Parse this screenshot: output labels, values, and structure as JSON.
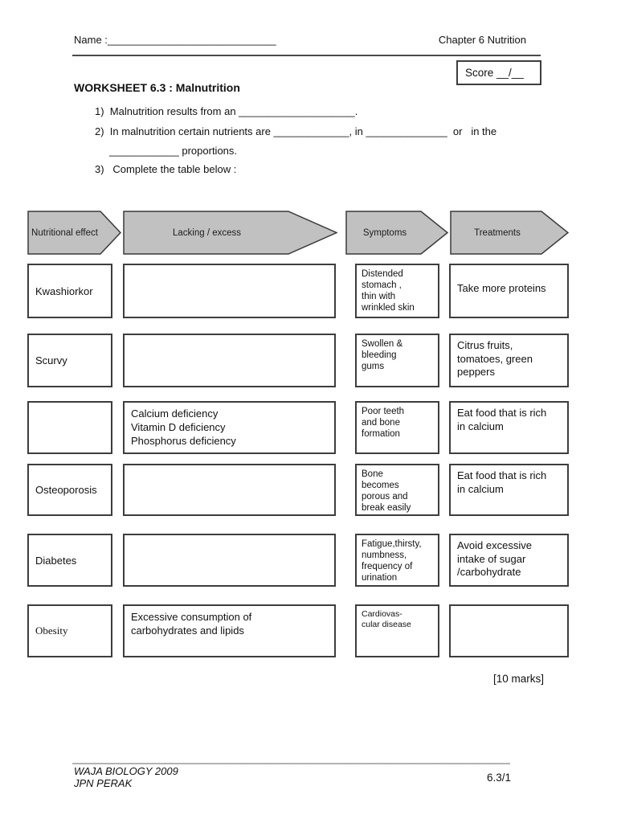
{
  "header": {
    "name_line": "Name :_____________________________",
    "chapter": "Chapter 6 Nutrition",
    "score": "Score __/__"
  },
  "title": "WORKSHEET 6.3 : Malnutrition",
  "questions": {
    "q1": "1)  Malnutrition results from an ____________________.",
    "q2_line1": "2)  In malnutrition certain nutrients are _____________, in ______________  or   in the",
    "q2_line2": "____________ proportions.",
    "q3": "3)   Complete the table below :"
  },
  "table": {
    "columns": [
      "Nutritional effect",
      "Lacking / excess",
      "Symptoms",
      "Treatments"
    ],
    "rows": [
      {
        "effect": "Kwashiorkor",
        "lacking": "",
        "symptoms": "Distended\nstomach ,\nthin with\nwrinkled skin",
        "treatments": "Take more proteins"
      },
      {
        "effect": "Scurvy",
        "lacking": "",
        "symptoms": "Swollen &\nbleeding\ngums",
        "treatments": "Citrus fruits,\ntomatoes, green\npeppers"
      },
      {
        "effect": "",
        "lacking": "Calcium deficiency\nVitamin D deficiency\nPhosphorus deficiency",
        "symptoms": "Poor teeth\nand bone\nformation",
        "treatments": "Eat food that is rich\nin calcium"
      },
      {
        "effect": "Osteoporosis",
        "lacking": "",
        "symptoms": "Bone\nbecomes\nporous and\nbreak easily",
        "treatments": "Eat food that is rich\nin calcium"
      },
      {
        "effect": "Diabetes",
        "lacking": "",
        "symptoms": "Fatigue,thirsty,\nnumbness,\nfrequency of\nurination",
        "treatments": "Avoid excessive\nintake of  sugar\n/carbohydrate"
      },
      {
        "effect": "Obesity",
        "lacking": "Excessive consumption of\ncarbohydrates and lipids",
        "symptoms": "Cardiovas-\ncular disease",
        "treatments": ""
      }
    ]
  },
  "marks": "[10 marks]",
  "footer": {
    "rule": "________________________________________________________________________________________________________________________",
    "org": "WAJA BIOLOGY 2009\nJPN PERAK",
    "page": "6.3/1"
  },
  "colors": {
    "arrow_fill": "#c1c1c1",
    "arrow_stroke": "#3a3a3a",
    "box_border": "#3d3d3d"
  }
}
